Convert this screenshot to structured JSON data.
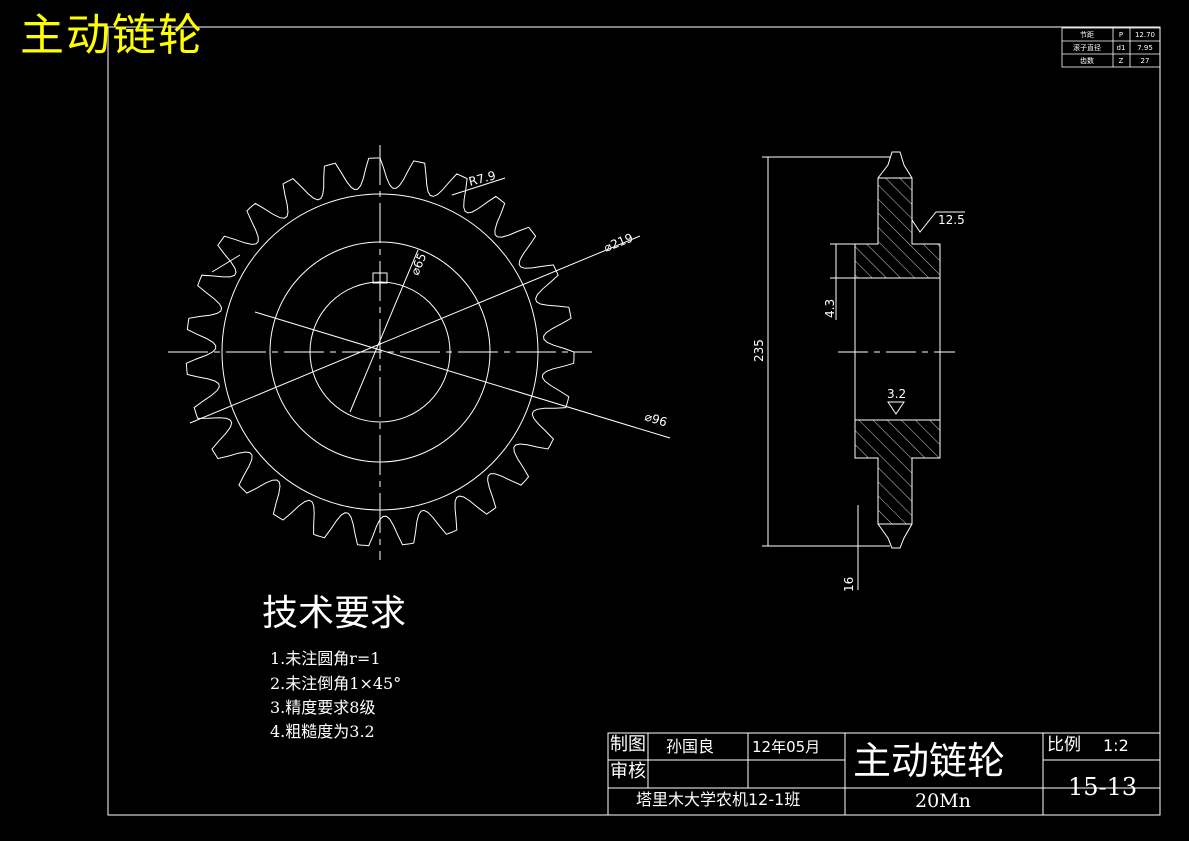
{
  "drawing_title": "主动链轮",
  "param_table": [
    {
      "name": "节距",
      "symbol": "P",
      "value": "12.70"
    },
    {
      "name": "滚子直径",
      "symbol": "d1",
      "value": "7.95"
    },
    {
      "name": "齿数",
      "symbol": "Z",
      "value": "27"
    }
  ],
  "dimensions": {
    "tooth_radius": "R7.9",
    "outer_dia": "⌀219",
    "hub_dia": "⌀65",
    "bore_dia": "⌀96",
    "side_height": "235",
    "hub_step": "4.3",
    "width": "16",
    "roughness_top": "12.5",
    "roughness_mid": "3.2"
  },
  "tech_requirements": {
    "title": "技术要求",
    "items": [
      "1.未注圆角r=1",
      "2.未注倒角1×45°",
      "3.精度要求8级",
      "4.粗糙度为3.2"
    ]
  },
  "title_block": {
    "draw_label": "制图",
    "check_label": "审核",
    "drafter": "孙国良",
    "date": "12年05月",
    "part_name": "主动链轮",
    "school": "塔里木大学农机12-1班",
    "material": "20Mn",
    "scale_label": "比例",
    "scale_value": "1:2",
    "drawing_number": "15-13"
  },
  "colors": {
    "background": "#000000",
    "lines": "#ffffff",
    "title": "#ffff00"
  }
}
